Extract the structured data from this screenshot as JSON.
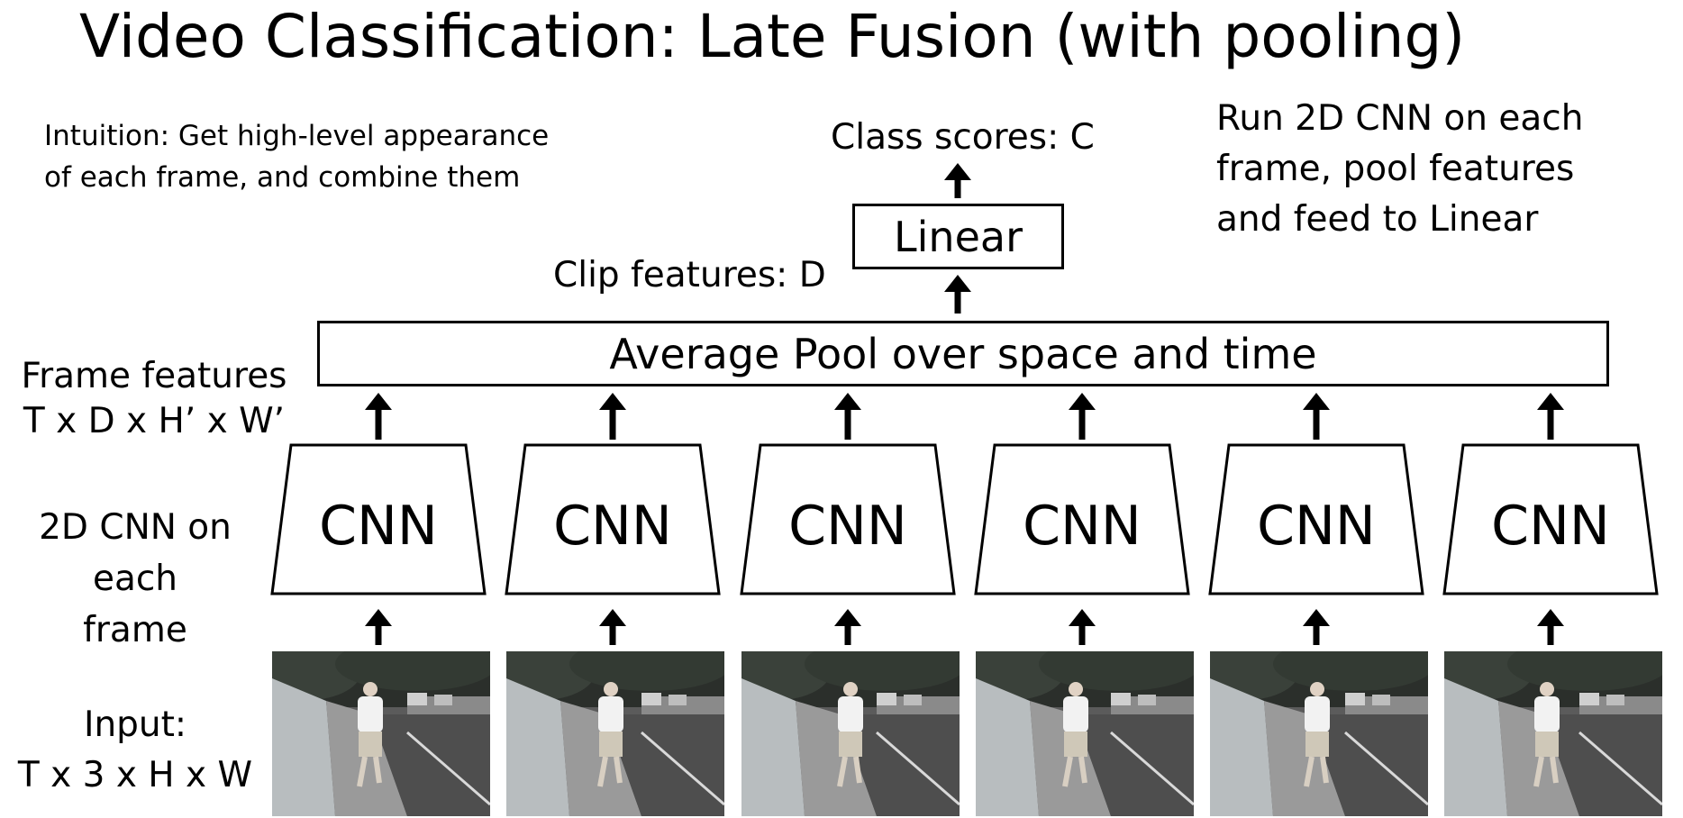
{
  "slide": {
    "title": "Video Classification: Late Fusion (with pooling)",
    "intuition_lines": [
      "Intuition: Get high-level appearance",
      "of each frame, and combine them"
    ],
    "run_note_lines": [
      "Run 2D CNN on each",
      "frame, pool features",
      "and feed to Linear"
    ]
  },
  "diagram": {
    "class_scores_label": "Class scores: C",
    "linear_label": "Linear",
    "clip_features_label": "Clip features: D",
    "pool_label": "Average Pool over space and time",
    "frame_features_lines": [
      "Frame features",
      "T x D x H’ x W’"
    ],
    "cnn_note_lines": [
      "2D CNN on",
      "each",
      "frame"
    ],
    "input_lines": [
      "Input:",
      "T x 3 x H x W"
    ],
    "cnn_blocks": [
      {
        "label": "CNN"
      },
      {
        "label": "CNN"
      },
      {
        "label": "CNN"
      },
      {
        "label": "CNN"
      },
      {
        "label": "CNN"
      },
      {
        "label": "CNN"
      }
    ],
    "frames": [
      {
        "photo": "man-running-on-sidewalk"
      },
      {
        "photo": "man-running-on-sidewalk"
      },
      {
        "photo": "man-running-on-sidewalk"
      },
      {
        "photo": "man-running-on-sidewalk"
      },
      {
        "photo": "man-running-on-sidewalk"
      },
      {
        "photo": "man-running-on-sidewalk"
      }
    ]
  },
  "colors": {
    "text": "#000000",
    "line": "#000000",
    "background": "#ffffff"
  }
}
